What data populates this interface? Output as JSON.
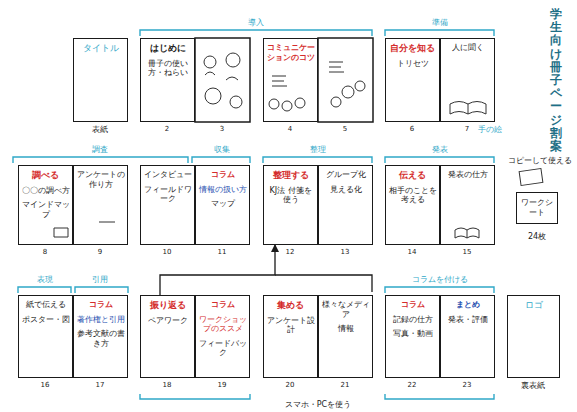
{
  "diagram": {
    "title": "学生向け冊子ページ割案",
    "nodes": [
      {
        "text": [
          "タイトル"
        ]
      },
      {
        "text": [
          "はじめに",
          "冊子の使い方・ねらい"
        ]
      },
      {
        "text": [
          "コミュニケーションのコツ"
        ]
      },
      {
        "text": [
          "自分を知る",
          "トリセツ"
        ]
      },
      {
        "text": [
          "人に聞く"
        ]
      },
      {
        "text": [
          "調べる",
          "〇〇の調べ方",
          "マインドマップ"
        ]
      },
      {
        "text": [
          "アンケートの作り方"
        ]
      },
      {
        "text": [
          "インタビュー",
          "フィールドワーク"
        ]
      },
      {
        "text": [
          "コラム",
          "情報の扱い方",
          "マップ"
        ]
      },
      {
        "text": [
          "整理する",
          "KJ法 付箋を使う"
        ]
      },
      {
        "text": [
          "グループ化",
          "見える化"
        ]
      },
      {
        "text": [
          "伝える",
          "相手のことを考える"
        ]
      },
      {
        "text": [
          "発表の仕方"
        ]
      },
      {
        "text": [
          "ワークシート"
        ]
      },
      {
        "text": [
          "紙で伝える",
          "ポスター・図"
        ]
      },
      {
        "text": [
          "コラム",
          "著作権と引用",
          "参考文献の書き方"
        ]
      },
      {
        "text": [
          "振り返る",
          "ペアワーク"
        ]
      },
      {
        "text": [
          "コラム",
          "ワークショップのススメ",
          "フィードバック"
        ]
      },
      {
        "text": [
          "集める",
          "アンケート設計"
        ]
      },
      {
        "text": [
          "様々なメディア",
          "情報"
        ]
      },
      {
        "text": [
          "コラム",
          "記録の仕方",
          "写真・動画"
        ]
      },
      {
        "text": [
          "まとめ",
          "発表・評価"
        ]
      },
      {
        "text": [
          "ロゴ"
        ]
      }
    ],
    "edges": [
      {
        "from": 16,
        "to": 9,
        "arrow": "to"
      }
    ],
    "labels": [
      "導入",
      "準備",
      "表紙",
      "2",
      "3",
      "4",
      "5",
      "6",
      "7",
      "手の絵",
      "調査",
      "収集",
      "整理",
      "発表",
      "8",
      "9",
      "10",
      "11",
      "12",
      "13",
      "14",
      "15",
      "コピーして使える",
      "24枚",
      "表現",
      "引用",
      "コラムを付ける",
      "16",
      "17",
      "18",
      "19",
      "20",
      "21",
      "22",
      "23",
      "裏表紙",
      "スマホ・PCを使う"
    ]
  }
}
